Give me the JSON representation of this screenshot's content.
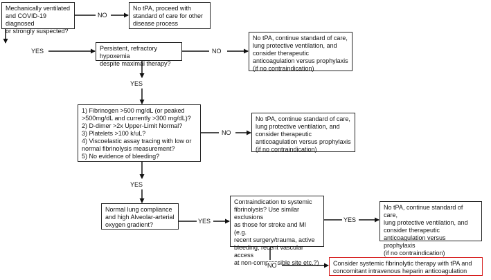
{
  "boxes": {
    "b1": "Mechanically ventilated\nand COVID-19 diagnosed\nor strongly suspected?",
    "b2": "No tPA, proceed with\nstandard of care for other\ndisease process",
    "b3": "Persistent, refractory hypoxemia\ndespite maximal therapy?",
    "b4": "No tPA, continue standard of care,\nlung protective ventilation, and\nconsider therapeutic\nanticoagulation versus prophylaxis\n(if no contraindication)",
    "b5": "1) Fibrinogen >500 mg/dL (or peaked\n>500mg/dL and currently >300 mg/dL)?\n2) D-dimer >2x Upper-Limit Normal?\n3) Platelets >100 k/uL?\n4) Viscoelastic assay tracing with low or\nnormal fibrinolysis measurement?\n5) No evidence of bleeding?",
    "b6": "No tPA, continue standard of care,\nlung protective ventilation, and\nconsider therapeutic\nanticoagulation versus prophylaxis\n(if no contraindication)",
    "b7": "Normal lung compliance\nand high Alveolar-arterial\noxygen gradient?",
    "b8": "Contraindication to systemic\nfibrinolysis? Use similar exclusions\nas those for stroke and MI (e.g.\nrecent surgery/trauma, active\nbleeding, recent vascular access\nat non-compressible site etc.?)",
    "b9": "No tPA, continue standard of care,\nlung protective ventilation, and\nconsider therapeutic\nanticoagulation versus prophylaxis\n(if no contraindication)",
    "b10": "Consider systemic fibrinolytic therapy with tPA and\nconcomitant intravenous heparin anticoagulation"
  },
  "labels": {
    "no1": "NO",
    "yes1": "YES",
    "no2": "NO",
    "yes2": "YES",
    "no3": "NO",
    "yes3": "YES",
    "yes4": "YES",
    "yes5": "YES",
    "no4": "NO"
  },
  "colors": {
    "line": "#111111",
    "highlight": "#d61f1f"
  }
}
